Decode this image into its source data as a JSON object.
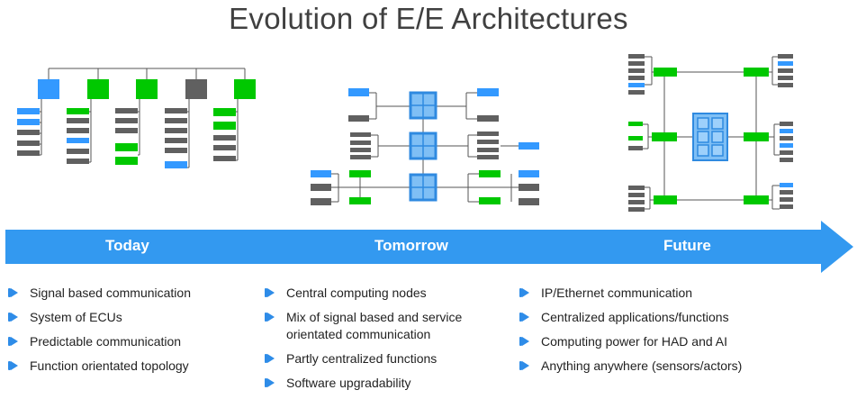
{
  "title": "Evolution of E/E Architectures",
  "colors": {
    "blue": "#3399ff",
    "green": "#00c800",
    "gray": "#606060",
    "arrow": "#3399f0",
    "node_fill": "#7fbff5",
    "node_border": "#2f8ae0"
  },
  "timeline": {
    "stages": [
      "Today",
      "Tomorrow",
      "Future"
    ]
  },
  "columns": [
    {
      "stage": "Today",
      "items": [
        "Signal based communication",
        "System of ECUs",
        "Predictable communication",
        "Function orientated topology"
      ]
    },
    {
      "stage": "Tomorrow",
      "items": [
        "Central computing nodes",
        "Mix of signal based and service orientated communication",
        "Partly centralized functions",
        "Software upgradability"
      ]
    },
    {
      "stage": "Future",
      "items": [
        "IP/Ethernet communication",
        "Centralized applications/functions",
        "Computing power for HAD and AI",
        "Anything anywhere (sensors/actors)"
      ]
    }
  ]
}
